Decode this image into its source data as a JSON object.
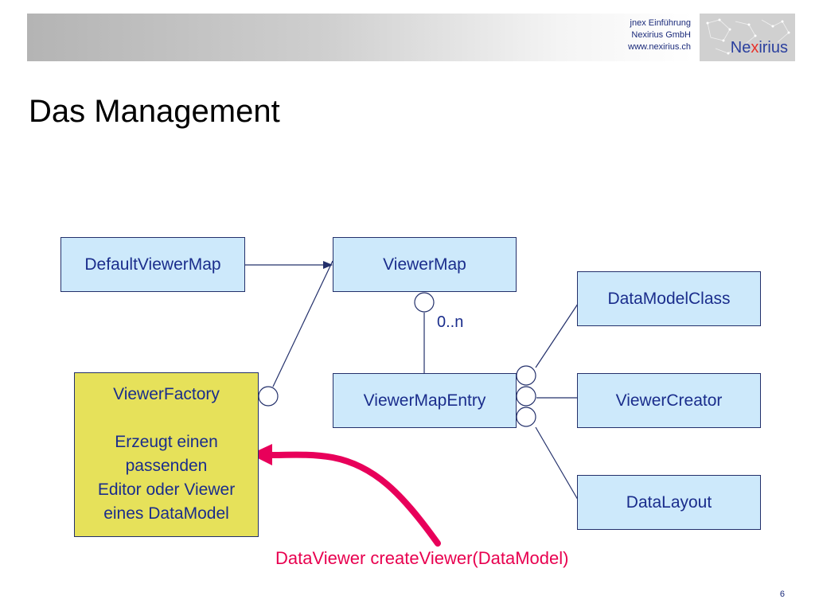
{
  "header": {
    "line1": "jnex Einführung",
    "line2": "Nexirius GmbH",
    "line3": "www.nexirius.ch",
    "logo_text_pre": "Ne",
    "logo_text_x": "x",
    "logo_text_post": "irius",
    "logo_color": "#2a3f9e",
    "logo_accent": "#e8322a"
  },
  "title": "Das Management",
  "boxes": {
    "default_viewer_map": "DefaultViewerMap",
    "viewer_map": "ViewerMap",
    "data_model_class": "DataModelClass",
    "viewer_map_entry": "ViewerMapEntry",
    "viewer_creator": "ViewerCreator",
    "data_layout": "DataLayout"
  },
  "factory": {
    "name": "ViewerFactory",
    "desc1": "Erzeugt einen",
    "desc2": "passenden",
    "desc3": "Editor oder Viewer",
    "desc4": "eines DataModel"
  },
  "multiplicity": "0..n",
  "method": "DataViewer createViewer(DataModel)",
  "page_number": "6",
  "colors": {
    "box_fill": "#cde9fb",
    "factory_fill": "#e6e15a",
    "line": "#23306b",
    "arrow": "#e8005a"
  }
}
